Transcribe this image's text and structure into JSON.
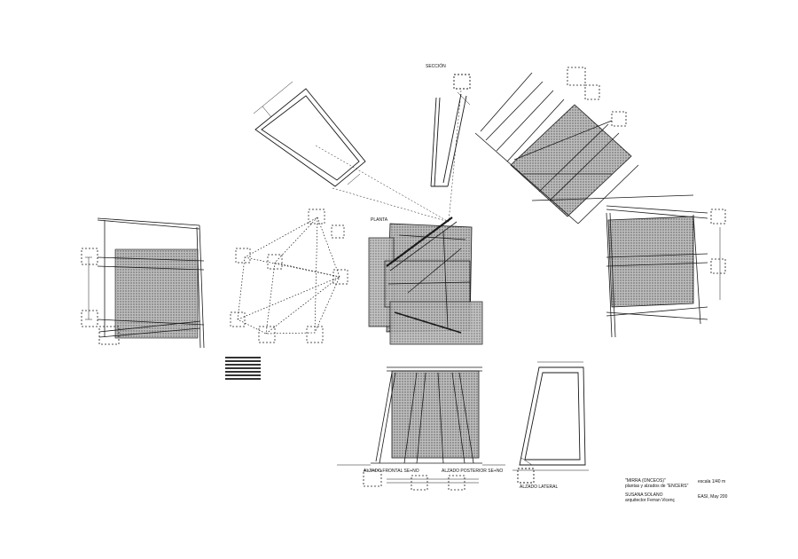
{
  "title_block": {
    "line1": "\"MIRRA (ONCEOS)\"",
    "line2": "plantas y alzados de \"ENCERS\"",
    "scale": "escala 1/40 m",
    "author": "SUSANA SOLANO",
    "architect": "arquitector Ferran Vicenç",
    "date": "EASI, May 200"
  },
  "drawing_labels": {
    "plan": "PLANTA",
    "elev_front": "ALZADO FRONTAL SE+NO",
    "elev_back": "ALZADO POSTERIOR SE+NO",
    "elev_side": "ALZADO LATERAL",
    "sect": "SECCIÓN"
  },
  "colors": {
    "line": "#1a1a1a",
    "hatch": "#8a8a8a",
    "paper": "#ffffff"
  }
}
